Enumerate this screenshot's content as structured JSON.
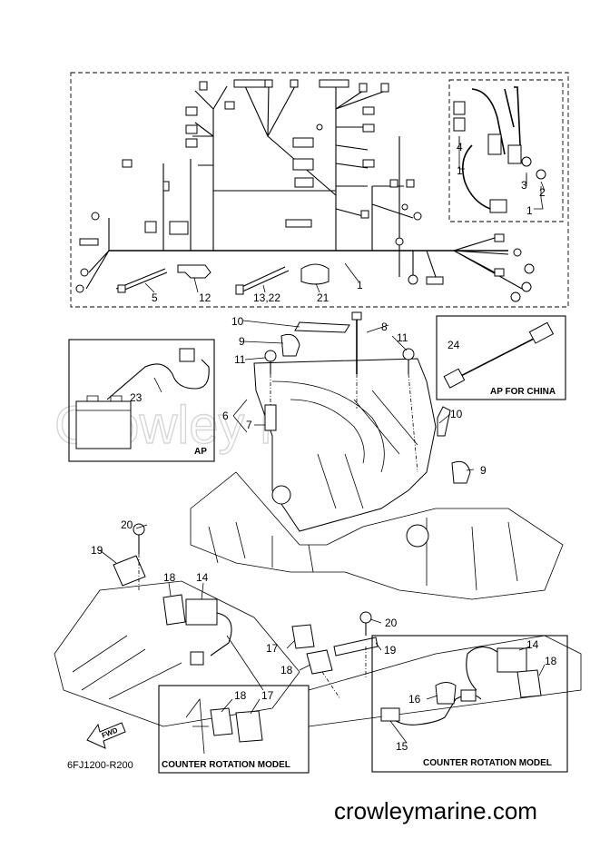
{
  "callouts": {
    "c1": "1",
    "c1b": "1",
    "c1c": "1",
    "c2": "2",
    "c3": "3",
    "c4": "4",
    "c5": "5",
    "c6": "6",
    "c7": "7",
    "c8": "8",
    "c9": "9",
    "c9b": "9",
    "c10": "10",
    "c10b": "10",
    "c11": "11",
    "c11b": "11",
    "c12": "12",
    "c13_22": "13,22",
    "c14": "14",
    "c14b": "14",
    "c15": "15",
    "c16": "16",
    "c17": "17",
    "c17b": "17",
    "c18": "18",
    "c18b": "18",
    "c18c": "18",
    "c18d": "18",
    "c19": "19",
    "c19b": "19",
    "c20": "20",
    "c20b": "20",
    "c21": "21",
    "c23": "23",
    "c24": "24"
  },
  "boxes": {
    "ap_box_title": "AP",
    "ap_china_title": "AP FOR CHINA",
    "counter_rotation_left": "COUNTER ROTATION MODEL",
    "counter_rotation_right": "COUNTER ROTATION MODEL"
  },
  "fwd_label": "FWD",
  "diagram_ref": "6FJ1200-R200",
  "watermark": "Crowley Marine",
  "site_footer": "crowleymarine.com"
}
